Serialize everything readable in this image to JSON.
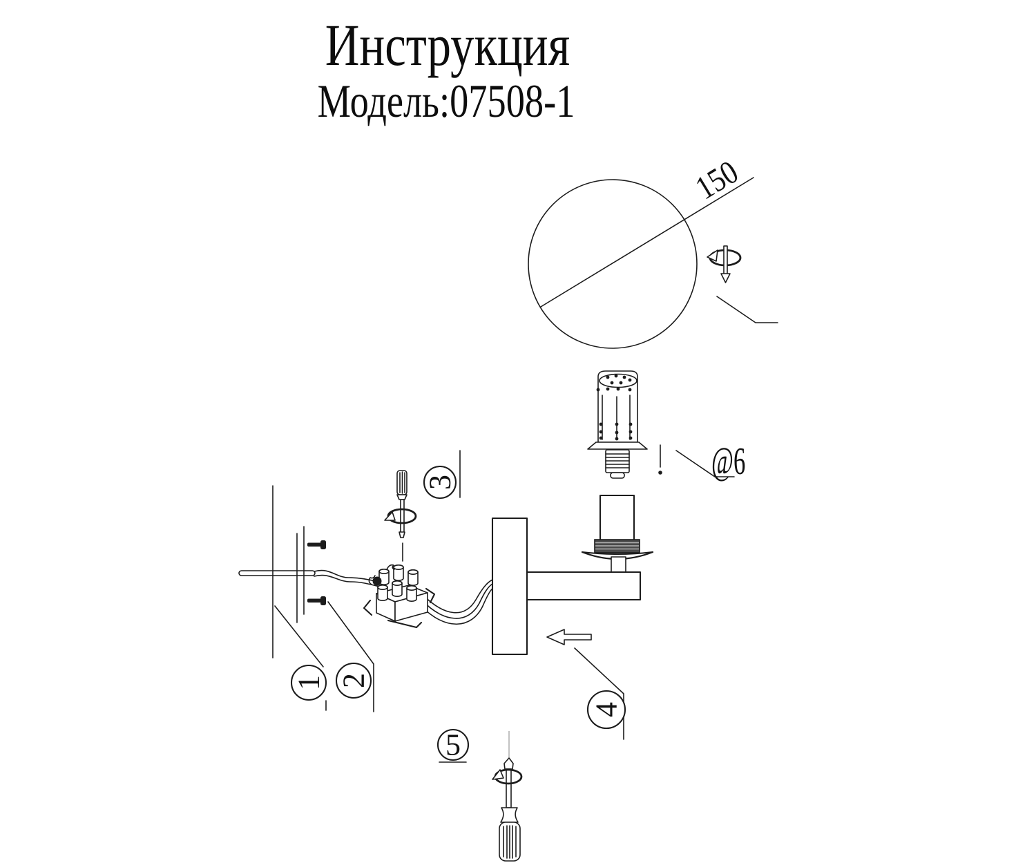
{
  "title": {
    "heading": "Инструкция",
    "model": "Модель:07508-1"
  },
  "labels": {
    "globe_diameter": "150",
    "thread_size": "@6",
    "step1": "1",
    "step2": "2",
    "step3": "3",
    "step4": "4",
    "step5": "5"
  },
  "colors": {
    "line": "#1c1c1c",
    "background": "#ffffff",
    "socket_band_fill": "#4a4a4a",
    "socket_band_ridge": "#b5b5b5"
  }
}
